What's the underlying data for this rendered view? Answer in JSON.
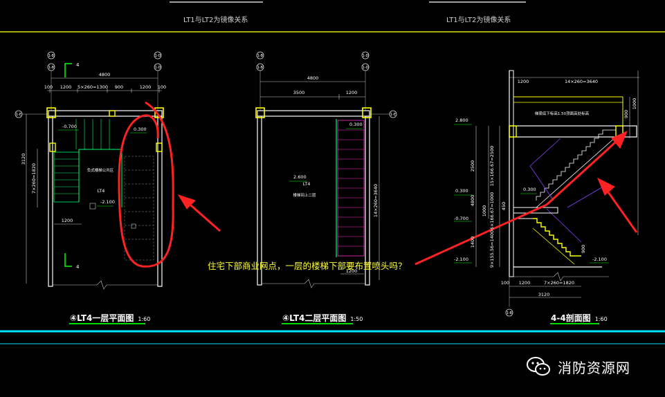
{
  "header": {
    "mirror_note_left": "LT1与LT2为镜像关系",
    "mirror_note_right": "LT1与LT2为镜像关系"
  },
  "drawings": {
    "plan1": {
      "title": "④LT4一层平面图",
      "scale": "1:60",
      "dim_total": "4800",
      "dims_top": [
        "100",
        "1200",
        "5×260=1300",
        "900",
        "1200",
        "100"
      ],
      "dim_left_total": "3120",
      "dim_left_steps": "7×260=1820",
      "dim_bottom": "1200",
      "elev_1": "-0.700",
      "elev_2": "0.300",
      "elev_3": "-2.100",
      "room_label": "LT4",
      "note": "负式楼梯公共区",
      "section_mark": "4",
      "axis_tags": [
        "1-B",
        "1-B",
        "1-D",
        "1-D",
        "1-E"
      ]
    },
    "plan2": {
      "title": "④LT4二层平面图",
      "scale": "1:50",
      "dim_total": "4800",
      "dims_top": [
        "3500",
        "1200"
      ],
      "dim_right": "14×260=3640",
      "dim_bottom": "1200",
      "elev_top": "0.300",
      "elev_mid": "2.600",
      "room_label": "LT4",
      "note": "楼梯间上二层",
      "axis_tags": [
        "1-B",
        "1-B",
        "1-D",
        "1-D",
        "1-E"
      ]
    },
    "section": {
      "title": "4-4剖面图",
      "scale": "1:60",
      "dims_top": [
        "1200",
        "14×260=3640"
      ],
      "dims_bottom": [
        "100",
        "1200",
        "7×260=1820"
      ],
      "dim_bottom_total": "3120",
      "dims_left": [
        "2500",
        "4800",
        "1400",
        "1000"
      ],
      "dims_steps": [
        "15×166.67=2500",
        "6×166.67=1000",
        "9×155.56=1400"
      ],
      "dims_right": [
        "900",
        "1000",
        "900"
      ],
      "elevations": [
        "2.800",
        "0.300",
        "-0.700",
        "-2.100",
        "0.300",
        "-2.100"
      ],
      "beam_note": "梯梁底下标高1.50顶面高处标高",
      "dim_mid": "450",
      "axis_tag": "1-B"
    }
  },
  "question": "住宅下部商业网点，一层的楼梯下部要布置喷头吗？",
  "watermark": {
    "text": "消防资源网",
    "icon": "wechat-icon"
  },
  "colors": {
    "background": "#000000",
    "wall": "#ffffff",
    "column": "#ffff00",
    "stair_green": "#00ff66",
    "stair_magenta": "#ff33cc",
    "annotation": "#ff3333",
    "rule_top": "#ffff00",
    "rule_cyan": "#00e5ff"
  }
}
